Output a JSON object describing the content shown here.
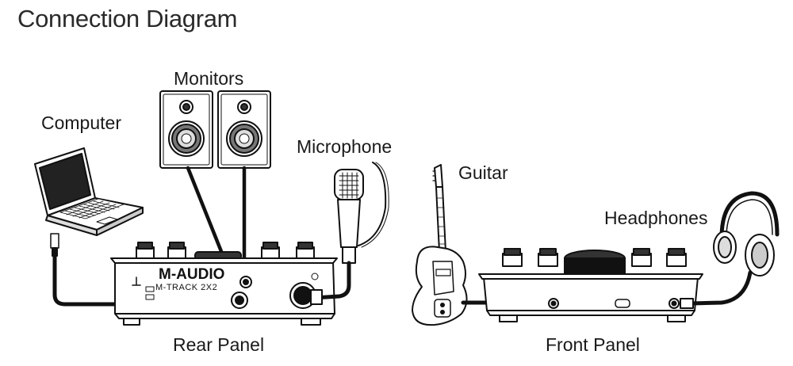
{
  "title": "Connection Diagram",
  "labels": {
    "computer": "Computer",
    "monitors": "Monitors",
    "microphone": "Microphone",
    "guitar": "Guitar",
    "headphones": "Headphones",
    "rear_panel": "Rear Panel",
    "front_panel": "Front Panel"
  },
  "device": {
    "brand": "M-AUDIO",
    "model": "M-TRACK 2X2"
  }
}
